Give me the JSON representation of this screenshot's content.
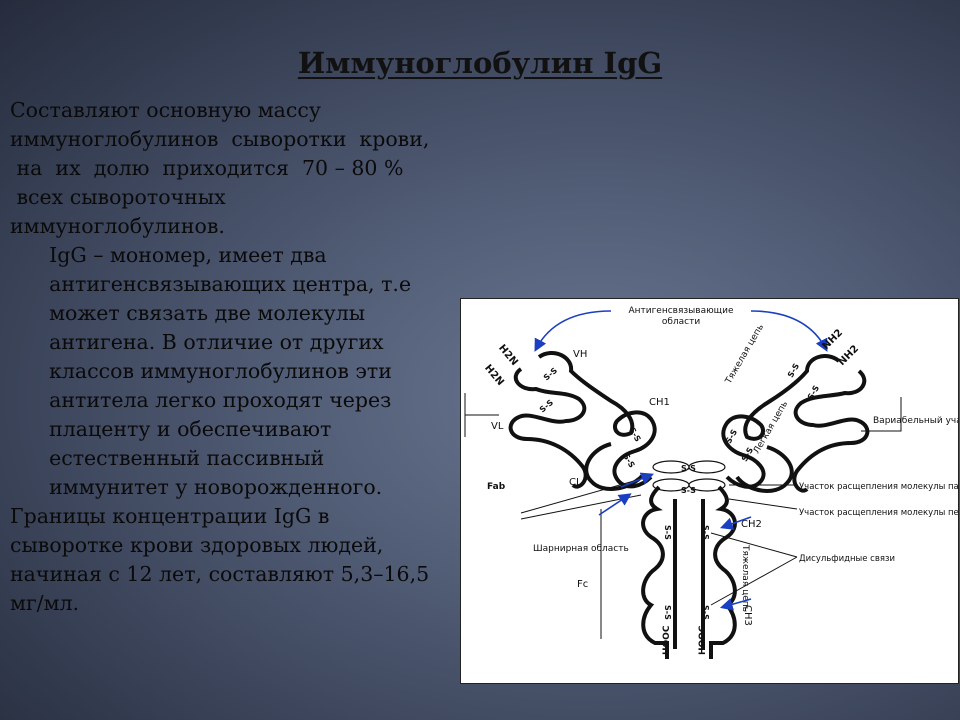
{
  "slide": {
    "title": "Иммуноглобулин IgG",
    "paragraph1": [
      "Составляют основную массу",
      "иммуноглобулинов  сыворотки  крови,",
      " на  их  долю  приходится  70 – 80 %",
      " всех сывороточных",
      "иммуноглобулинов."
    ],
    "paragraph2": [
      "      IgG – мономер, имеет два",
      "      антигенсвязывающих центра, т.е",
      "      может связать две молекулы",
      "      антигена. В отличие от других",
      "      классов иммуноглобулинов эти",
      "      антитела легко проходят через",
      "      плаценту и обеспечивают",
      "      естественный пассивный",
      "      иммунитет у новорожденного."
    ],
    "paragraph3": [
      "Границы концентрации IgG в",
      "сыворотке крови здоровых людей,",
      "начиная с 12 лет, составляют 5,3–16,5",
      "мг/мл."
    ]
  },
  "diagram": {
    "antigen_binding": "Антигенсвязывающие",
    "regions": "области",
    "h2n_left1": "H2N",
    "h2n_left2": "H2N",
    "vh": "VH",
    "vl": "VL",
    "ch1": "CH1",
    "cl": "CL",
    "fab": "Fab",
    "heavy_chain_upper": "Тяжелая цепь",
    "light_chain": "Легкая цепь",
    "nh2_right1": "NH2",
    "nh2_right2": "NH2",
    "variable_region": "Вариабельный участок",
    "papain_site": "Участок расщепления молекулы папаином",
    "pepsin_site": "Участок расщепления молекулы пепсином",
    "disulfide_bonds": "Дисульфидные связи",
    "hinge_region": "Шарнирная область",
    "fc": "Fc",
    "heavy_chain_lower": "Тяжелая цепь",
    "ch2": "CH2",
    "ch3": "CH3",
    "cooh_left": "HOOC",
    "cooh_right": "HOOC",
    "ss": "S-S"
  }
}
